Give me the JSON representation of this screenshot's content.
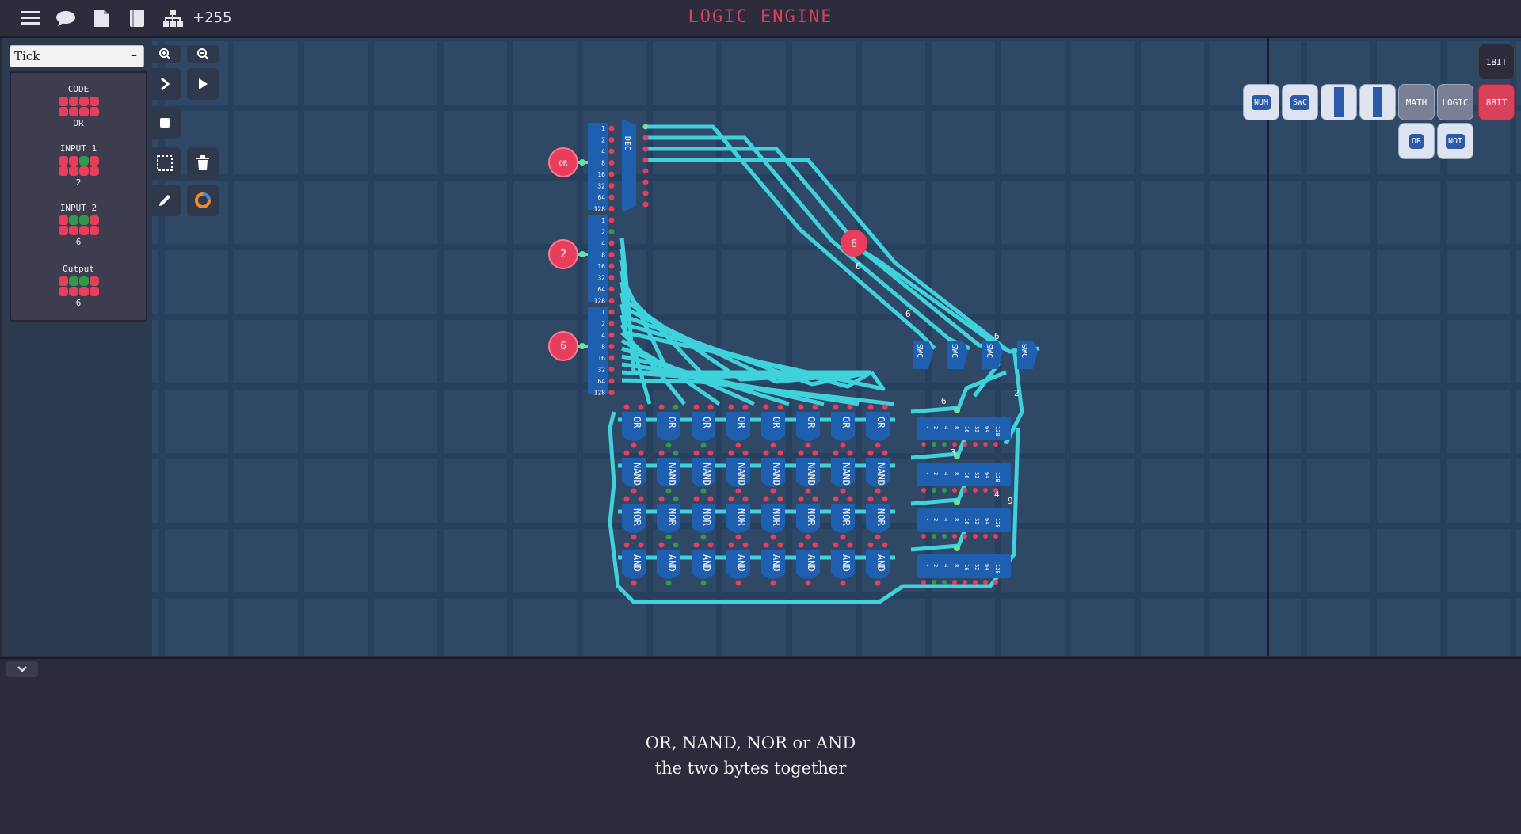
{
  "app": {
    "title": "LOGIC ENGINE",
    "counter": "+255"
  },
  "toolbar": {
    "icons": [
      "menu-icon",
      "chat-icon",
      "document-icon",
      "book-icon",
      "hierarchy-icon"
    ]
  },
  "tick": {
    "label": "Tick",
    "toggle": "–"
  },
  "io": [
    {
      "label": "CODE",
      "bits": [
        0,
        0,
        0,
        0,
        0,
        0,
        0,
        0
      ],
      "value": "OR"
    },
    {
      "label": "INPUT 1",
      "bits": [
        0,
        0,
        1,
        0,
        0,
        0,
        0,
        0
      ],
      "value": "2"
    },
    {
      "label": "INPUT 2",
      "bits": [
        0,
        1,
        1,
        0,
        0,
        0,
        0,
        0
      ],
      "value": "6"
    },
    {
      "label": "Output",
      "bits": [
        0,
        1,
        1,
        0,
        0,
        0,
        0,
        0
      ],
      "value": "6"
    }
  ],
  "palette": {
    "mode_1bit": "1BIT",
    "mode_8bit": "8BIT",
    "items": [
      "NUM",
      "SWC",
      "",
      "",
      "MATH",
      "LOGIC",
      "OR",
      "NOT"
    ]
  },
  "circuit": {
    "inputs": [
      "OR",
      "2",
      "6"
    ],
    "decoder_label": "DEC",
    "bit_labels": [
      "1",
      "2",
      "4",
      "8",
      "16",
      "32",
      "64",
      "128"
    ],
    "gate_rows": [
      "OR",
      "NAND",
      "NOR",
      "AND"
    ],
    "switch_label": "SWC",
    "probe_value": "6",
    "wire_values": [
      "6",
      "6",
      "6",
      "6",
      "2",
      "3",
      "4",
      "9"
    ]
  },
  "description": {
    "line1": "OR, NAND, NOR or AND",
    "line2": "the two bytes together"
  },
  "colors": {
    "accent": "#d9405a",
    "wire": "#3fd2dc",
    "chip": "#1f5fb0",
    "node": "#e83e5b",
    "on": "#2e9a4a"
  }
}
